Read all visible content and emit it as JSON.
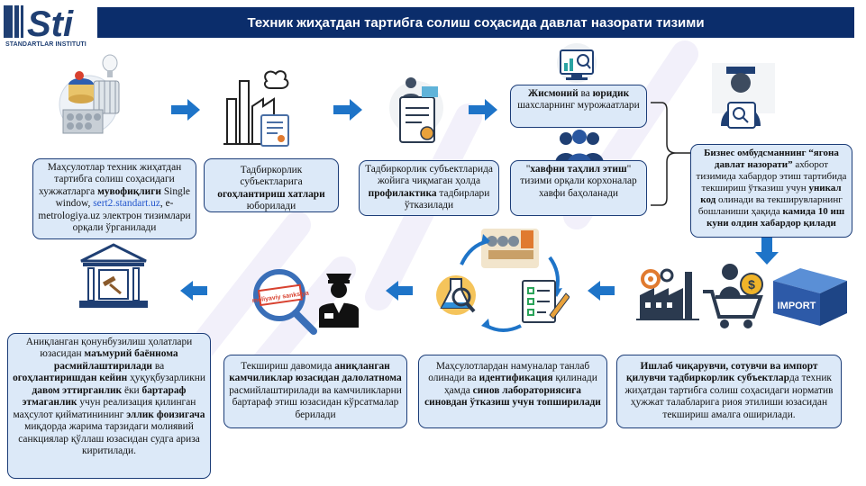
{
  "logo": {
    "text": "STANDARTLAR INSTITUTI"
  },
  "header": {
    "title": "Техник жиҳатдан тартибга солиш соҳасида давлат назорати тизими"
  },
  "boxes": {
    "b1": {
      "t1": "Маҳсулотлар техник жиҳатдан тартибга солиш соҳасидаги хужжатларга ",
      "bold": "мувофиқлиги",
      "t2": " Single window, ",
      "link": "sert2.standart.uz",
      "t3": ", e-metrologiya.uz электрон тизимлари орқали ўрганилади"
    },
    "b2": {
      "t1": "Тадбиркорлик субъектларига ",
      "bold": "огоҳлантириш хатлари",
      "t2": " юборилади"
    },
    "b3": {
      "t1": "Тадбиркорлик субъектларида жойига чиқмаган ҳолда ",
      "bold": "профилактика",
      "t2": " тадбирлари ўтказилади"
    },
    "b4": {
      "t1": "\"",
      "bold": "хавфни таҳлил этиш",
      "t2": "\" тизими орқали корхоналар хавфи баҳоланади"
    },
    "b5": {
      "bold1": "Жисмоний",
      "t1": " ва ",
      "bold2": "юридик",
      "t2": " шахсларнинг мурожаатлари"
    },
    "b6": {
      "bold1": "Бизнес омбудсманнинг “ягона давлат назорати”",
      "t1": " ахборот тизимида хабардор этиш тартибида текшириш ўтказиш учун ",
      "bold2": "уникал код",
      "t2": " олинади ва текширувларнинг бошланиши ҳақида ",
      "bold3": "камида 10 иш куни олдин хабардор қилади"
    },
    "b7": {
      "bold": "Ишлаб чиқарувчи, сотувчи ва импорт қилувчи тадбиркорлик субъектлар",
      "t1": "да техник жиҳатдан тартибга солиш соҳасидаги норматив ҳужжат талабларига риоя этилиши юзасидан текшириш амалга оширилади."
    },
    "b8": {
      "t1": "Маҳсулотлардан намуналар танлаб олинади ва ",
      "bold1": "идентификация",
      "t2": " қилинади ҳамда ",
      "bold2": "синов лабораториясига синовдан ўтказиш учун топширилади"
    },
    "b9": {
      "t1": "Текшириш давомида ",
      "bold1": "аниқланган камчиликлар юзасидан далолатнома",
      "t2": " расмийлаштирилади ва камчиликларни бартараф этиш юзасидан кўрсатмалар берилади"
    },
    "b10": {
      "t1": "Аниқланган қонунбузилиш ҳолатлари юзасидан ",
      "bold1": "маъмурий баённома расмийлаштирилади",
      "t2": " ва ",
      "bold2": "огоҳлантиришдан кейин",
      "t3": " ҳуқуқбузарликни ",
      "bold3": "давом эттирганлик",
      "t4": " ёки ",
      "bold4": "бартараф этмаганлик",
      "t5": " учун реализация қилинган маҳсулот қийматинининг ",
      "bold5": "эллик фоизигача",
      "t6": " миқдорда жарима тарзидаги молиявий санкциялар қўллаш юзасидан судга ариза киритилади."
    }
  },
  "icons": {
    "import_label": "IMPORT",
    "stamp_label": "moliyaviy sanksiya",
    "names": [
      "products-icon",
      "factory-icon",
      "certificate-icon",
      "analysis-monitor-icon",
      "people-group-icon",
      "inspector-icon",
      "shopping-cart-icon",
      "import-box-icon",
      "factory-gears-icon",
      "lab-flask-icon",
      "checklist-icon",
      "goods-icon",
      "court-building-icon",
      "stamp-magnifier-icon",
      "police-officer-icon"
    ]
  },
  "colors": {
    "header_bg": "#0b2d6b",
    "box_bg": "#dce9f8",
    "box_border": "#1c3d78",
    "arrow": "#1e74c8",
    "watermark": "#6a5acd"
  }
}
